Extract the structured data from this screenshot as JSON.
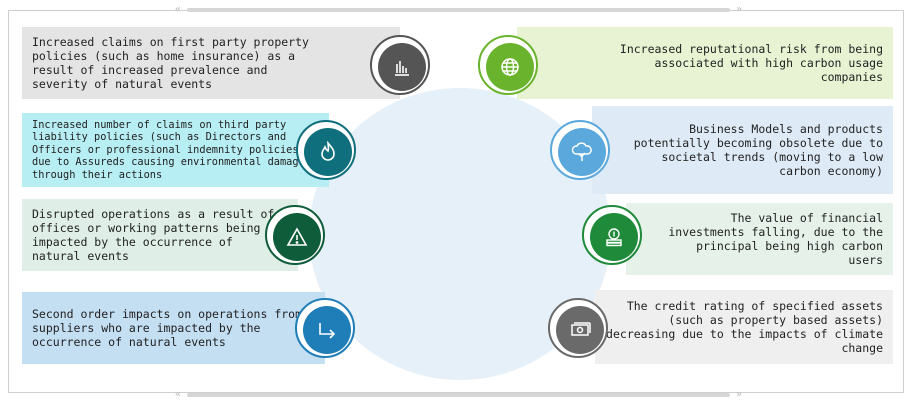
{
  "nav": {
    "left_arrows": "«",
    "right_arrows": "»"
  },
  "items": [
    {
      "text": "Increased claims on first party property policies (such as home insurance) as a result of increased prevalence and severity of natural events",
      "icon": "bar-chart-icon",
      "color": "#555555",
      "bg": "#e4e4e4"
    },
    {
      "text": "Increased number of claims on third party liability policies (such as Directors and Officers or professional indemnity policies) due to Assureds causing environmental damage through their actions",
      "icon": "fire-icon",
      "color": "#0f6f7c",
      "bg": "#b7eef4"
    },
    {
      "text": "Disrupted operations as a result of offices or working patterns being impacted by the occurrence of natural events",
      "icon": "warning-icon",
      "color": "#0f5c3a",
      "bg": "#dfeee6"
    },
    {
      "text": "Second order impacts on operations from suppliers who are impacted by the occurrence of natural events",
      "icon": "turn-right-arrow-icon",
      "color": "#1f7db8",
      "bg": "#c4def2"
    },
    {
      "text": "Increased reputational risk from being associated with high carbon usage companies",
      "icon": "globe-icon",
      "color": "#6ab42d",
      "bg": "#e7f3d3"
    },
    {
      "text": "Business Models and products potentially becoming obsolete due to societal trends (moving to a low carbon economy)",
      "icon": "cloud-tree-icon",
      "color": "#5aa8dc",
      "bg": "#deeaf5"
    },
    {
      "text": "The value of financial investments falling, due to the principal being high carbon users",
      "icon": "coins-icon",
      "color": "#1e8a3a",
      "bg": "#e6f1ea"
    },
    {
      "text": "The credit rating of specified assets (such as property based assets) decreasing due to the impacts of climate change",
      "icon": "money-bill-icon",
      "color": "#6a6a6a",
      "bg": "#efefef"
    }
  ]
}
